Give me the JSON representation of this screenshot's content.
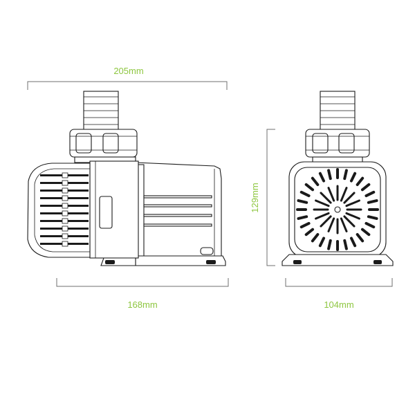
{
  "dimensions": {
    "overall_length": "205mm",
    "body_length": "168mm",
    "height": "129mm",
    "width": "104mm"
  },
  "colors": {
    "dimension_text": "#8dc63f",
    "dimension_line": "#6f6f6f",
    "outline": "#1a1a1a"
  }
}
